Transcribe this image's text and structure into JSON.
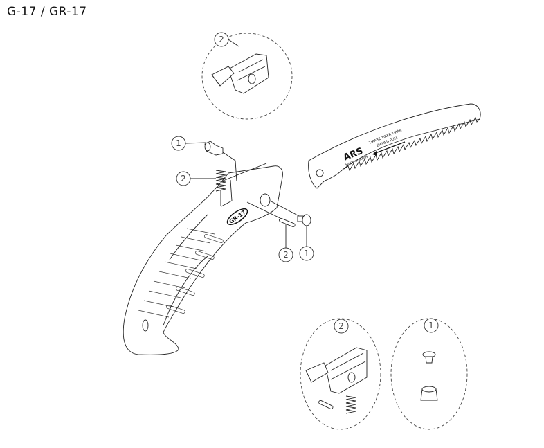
{
  "title": "G-17 / GR-17",
  "callouts": {
    "top_detail": "2",
    "bolt": "1",
    "spring": "2",
    "pin": "2",
    "screw": "1",
    "detail_left": "2",
    "detail_right": "1"
  },
  "blade": {
    "brand": "ARS",
    "direction_line1": "TIRARE TIRER TIRAR",
    "direction_line2": "ZIEHEN PULL",
    "origin": "MADE IN JAPAN"
  },
  "handle": {
    "model_badge": "GR-17"
  }
}
